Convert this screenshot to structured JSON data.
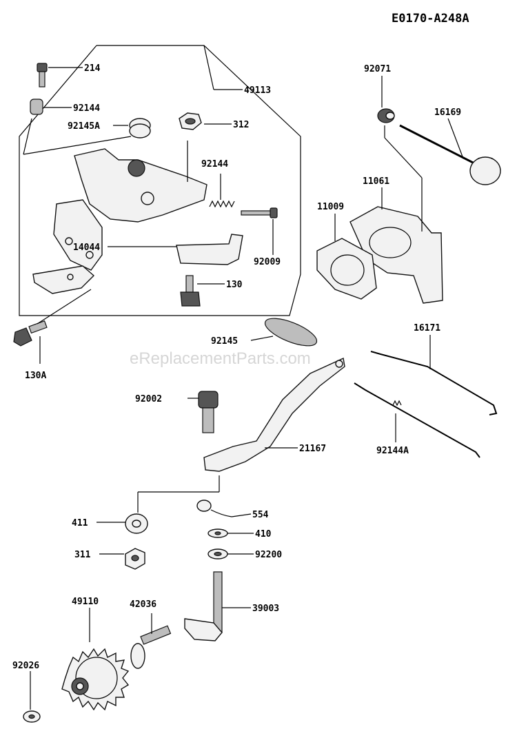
{
  "diagram_code": "E0170-A248A",
  "watermark": "eReplacementParts.com",
  "labels": {
    "p214": "214",
    "p92144a": "92144",
    "p92145A": "92145A",
    "p312": "312",
    "p49113": "49113",
    "p92144b": "92144",
    "p14044": "14044",
    "p92009": "92009",
    "p130": "130",
    "p130A": "130A",
    "p92071": "92071",
    "p16169": "16169",
    "p11061": "11061",
    "p11009": "11009",
    "p92145": "92145",
    "p16171": "16171",
    "p92002": "92002",
    "p21167": "21167",
    "p92144A": "92144A",
    "p411": "411",
    "p554": "554",
    "p410": "410",
    "p311": "311",
    "p92200": "92200",
    "p49110": "49110",
    "p42036": "42036",
    "p39003": "39003",
    "p92026": "92026"
  }
}
